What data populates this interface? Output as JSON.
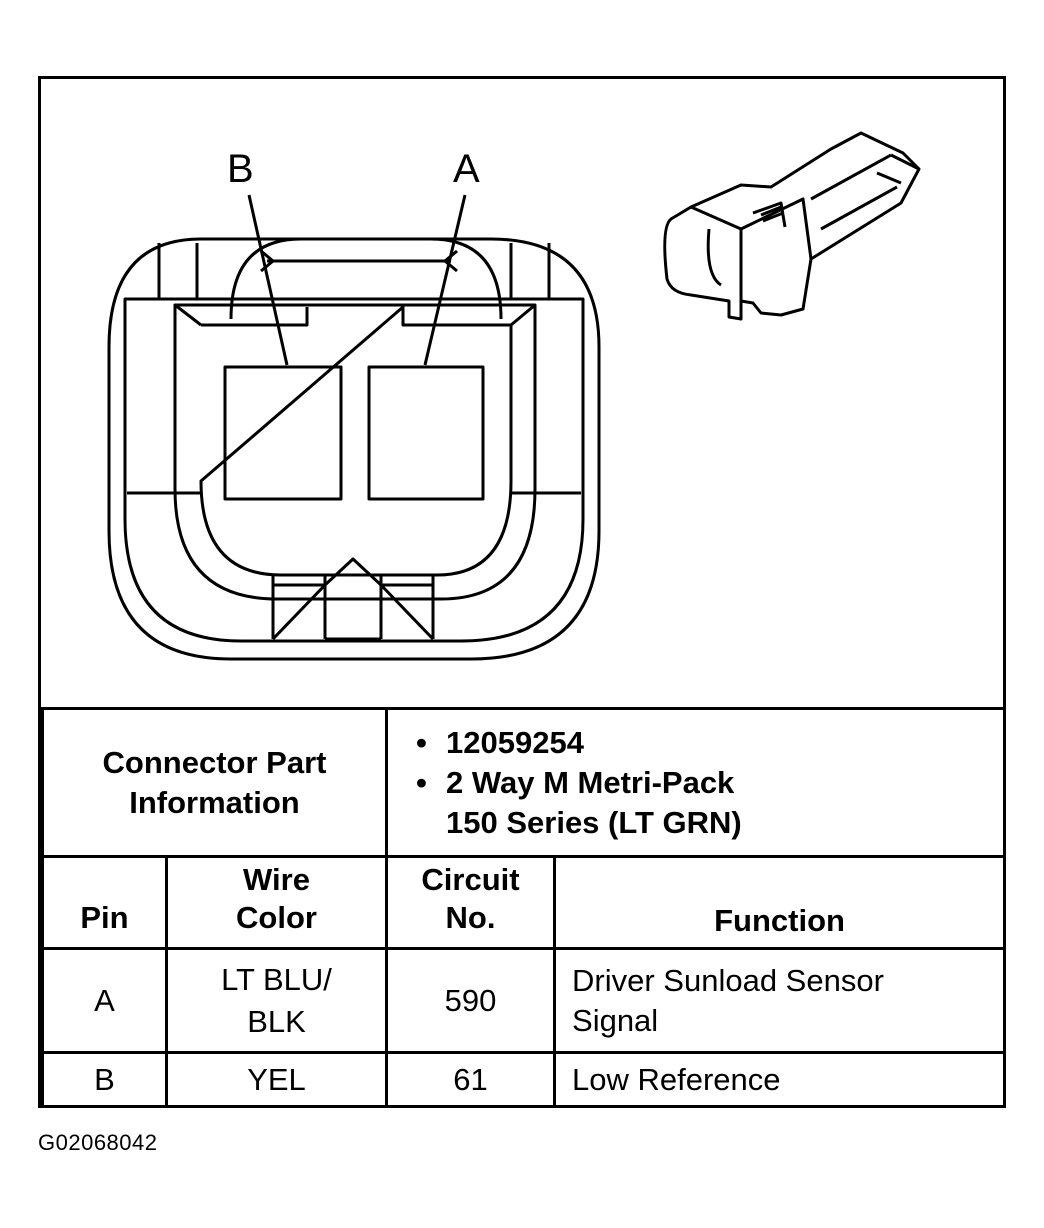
{
  "diagram": {
    "pin_labels": [
      "B",
      "A"
    ]
  },
  "connector_part_info": {
    "label_line1": "Connector Part",
    "label_line2": "Information",
    "items": [
      "12059254",
      "2 Way M Metri-Pack",
      "150 Series (LT GRN)"
    ]
  },
  "table": {
    "headers": {
      "pin": "Pin",
      "wire_color_line1": "Wire",
      "wire_color_line2": "Color",
      "circuit_line1": "Circuit",
      "circuit_line2": "No.",
      "function": "Function"
    },
    "rows": [
      {
        "pin": "A",
        "wire_color_line1": "LT BLU/",
        "wire_color_line2": "BLK",
        "circuit": "590",
        "function_line1": "Driver Sunload Sensor",
        "function_line2": "Signal"
      },
      {
        "pin": "B",
        "wire_color_line1": "YEL",
        "wire_color_line2": "",
        "circuit": "61",
        "function_line1": "Low Reference",
        "function_line2": ""
      }
    ]
  },
  "figure_code": "G02068042"
}
